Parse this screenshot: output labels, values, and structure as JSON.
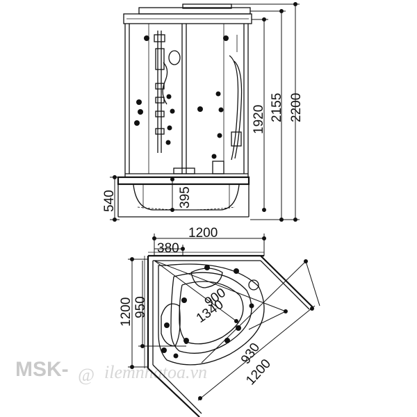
{
  "dimensions": {
    "elevation": {
      "total_height": "2200",
      "cabin_height": "2155",
      "glass_height": "1920",
      "base_height": "540",
      "tub_depth": "395"
    },
    "plan": {
      "width_top": "1200",
      "door_offset": "380",
      "depth_left": "1200",
      "inner_depth": "950",
      "tub_radius": "900",
      "diagonal": "1340",
      "front_diagonal": "930",
      "side_diagonal": "1200"
    }
  },
  "watermark": {
    "brand": "MSK-",
    "at_symbol": "@",
    "site": "ilemnhatoa.vn"
  },
  "colors": {
    "line": "#111111",
    "watermark": "#c9c9c9"
  }
}
